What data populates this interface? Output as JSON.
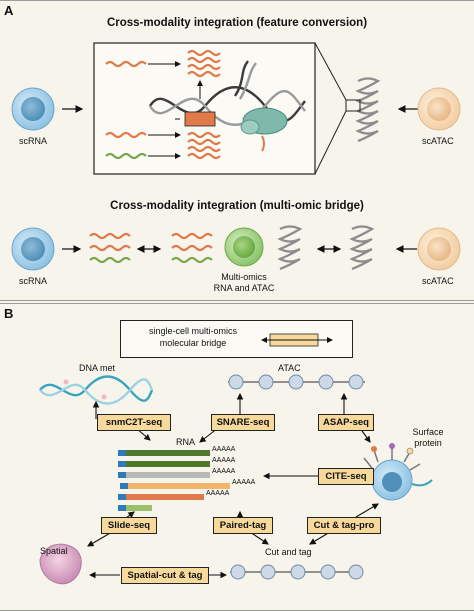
{
  "panel_a": {
    "letter": "A",
    "title_top": "Cross-modality integration (feature conversion)",
    "title_bottom": "Cross-modality integration (multi-omic bridge)",
    "labels": {
      "scrna_top": "scRNA",
      "scatac_top": "scATAC",
      "scrna_bottom": "scRNA",
      "scatac_bottom": "scATAC",
      "multiomics": "Multi-omics\nRNA and ATAC"
    }
  },
  "panel_b": {
    "letter": "B",
    "bridge_line1": "single-cell multi-omics",
    "bridge_line2": "molecular bridge",
    "labels": {
      "dna_met": "DNA met",
      "atac": "ATAC",
      "rna": "RNA",
      "surface_protein": "Surface\nprotein",
      "spatial": "Spatial",
      "cut_and_tag": "Cut and tag",
      "polya": "AAAAA"
    },
    "assays": {
      "snmc2t": "snmC2T-seq",
      "snare": "SNARE-seq",
      "asap": "ASAP-seq",
      "cite": "CITE-seq",
      "slide": "Slide-seq",
      "paired_tag": "Paired-tag",
      "cut_tag_pro": "Cut & tag-pro",
      "spatial_cut_tag": "Spatial-cut & tag"
    }
  },
  "colors": {
    "background": "#f7f4ec",
    "scrna_cell": "#9ccbe6",
    "scatac_cell": "#f6d7b0",
    "multiomic_cell": "#8fc46a",
    "assay_box": "#f7d99c",
    "rna_orange": "#e07a4a",
    "rna_green": "#7aa64a",
    "gene_green": "#4f7a2e"
  }
}
